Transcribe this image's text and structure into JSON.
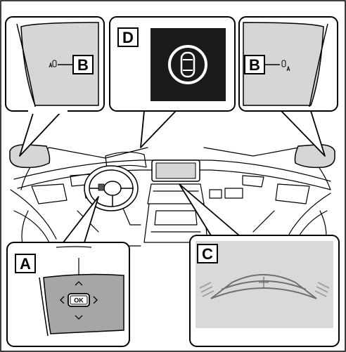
{
  "labels": {
    "a": "A",
    "b_left": "B",
    "b_right": "B",
    "c": "C",
    "d": "D"
  },
  "steering_switch": {
    "ok": "OK"
  },
  "icons": {
    "sensor_left": "mirror-bsm-indicator-icon",
    "sensor_right": "mirror-bsm-indicator-icon",
    "top_view_car": "car-top-view-icon",
    "chevron_up": "chevron-up-icon",
    "chevron_down": "chevron-down-icon",
    "chevron_left": "chevron-left-icon",
    "chevron_right": "chevron-right-icon"
  },
  "colors": {
    "outline": "#000000",
    "mirror_fill": "#d6d6d6",
    "panel_fill": "#d9d9d9",
    "switch_fill": "#a6a6a6",
    "display_bg": "#1a1a1a",
    "guide_lines": "#8a8a8a"
  }
}
